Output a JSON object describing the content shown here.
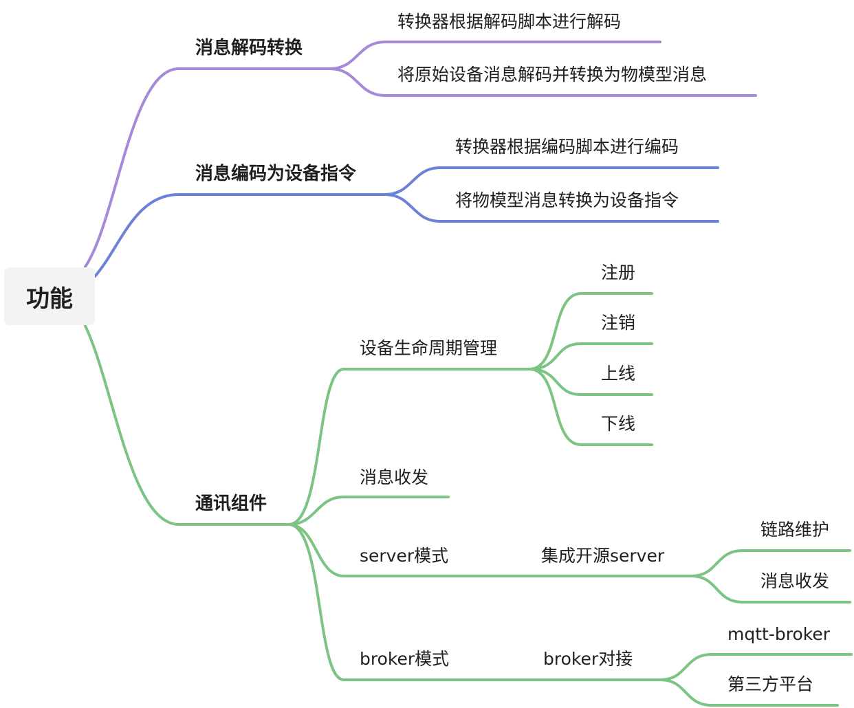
{
  "root": {
    "label": "功能"
  },
  "colors": {
    "purple": "#a68ad8",
    "blue": "#6d82d6",
    "green": "#7cc484",
    "root_bg": "#f3f3f3"
  },
  "branches": [
    {
      "label": "消息解码转换",
      "children": [
        {
          "label": "转换器根据解码脚本进行解码"
        },
        {
          "label": "将原始设备消息解码并转换为物模型消息"
        }
      ]
    },
    {
      "label": "消息编码为设备指令",
      "children": [
        {
          "label": "转换器根据编码脚本进行编码"
        },
        {
          "label": "将物模型消息转换为设备指令"
        }
      ]
    },
    {
      "label": "通讯组件",
      "children": [
        {
          "label": "设备生命周期管理",
          "children": [
            {
              "label": "注册"
            },
            {
              "label": "注销"
            },
            {
              "label": "上线"
            },
            {
              "label": "下线"
            }
          ]
        },
        {
          "label": "消息收发"
        },
        {
          "label": "server模式",
          "children": [
            {
              "label": "集成开源server",
              "children": [
                {
                  "label": "链路维护"
                },
                {
                  "label": "消息收发"
                }
              ]
            }
          ]
        },
        {
          "label": "broker模式",
          "children": [
            {
              "label": "broker对接",
              "children": [
                {
                  "label": "mqtt-broker"
                },
                {
                  "label": "第三方平台"
                }
              ]
            }
          ]
        }
      ]
    }
  ]
}
